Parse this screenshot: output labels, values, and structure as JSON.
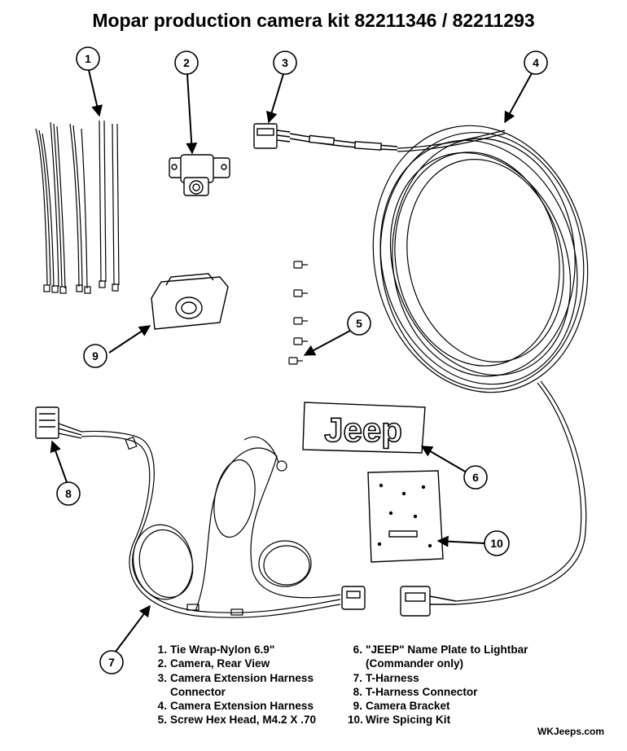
{
  "title": "Mopar production camera kit 82211346 / 82211293",
  "callouts": [
    "1",
    "2",
    "3",
    "4",
    "5",
    "6",
    "7",
    "8",
    "9",
    "10"
  ],
  "nameplate_text": "Jeep",
  "legend_left": [
    {
      "num": "1.",
      "text": "Tie Wrap-Nylon 6.9\""
    },
    {
      "num": "2.",
      "text": "Camera, Rear View"
    },
    {
      "num": "3.",
      "text": "Camera Extension Harness"
    },
    {
      "num": "",
      "text": "Connector"
    },
    {
      "num": "4.",
      "text": "Camera Extension Harness"
    },
    {
      "num": "5.",
      "text": "Screw Hex Head, M4.2 X .70"
    }
  ],
  "legend_right": [
    {
      "num": "6.",
      "text": "\"JEEP\" Name Plate to Lightbar"
    },
    {
      "num": "",
      "text": "(Commander only)"
    },
    {
      "num": "7.",
      "text": "T-Harness"
    },
    {
      "num": "8.",
      "text": "T-Harness Connector"
    },
    {
      "num": "9.",
      "text": "Camera Bracket"
    },
    {
      "num": "10.",
      "text": "Wire Spicing Kit"
    }
  ],
  "credit": "WKJeeps.com"
}
